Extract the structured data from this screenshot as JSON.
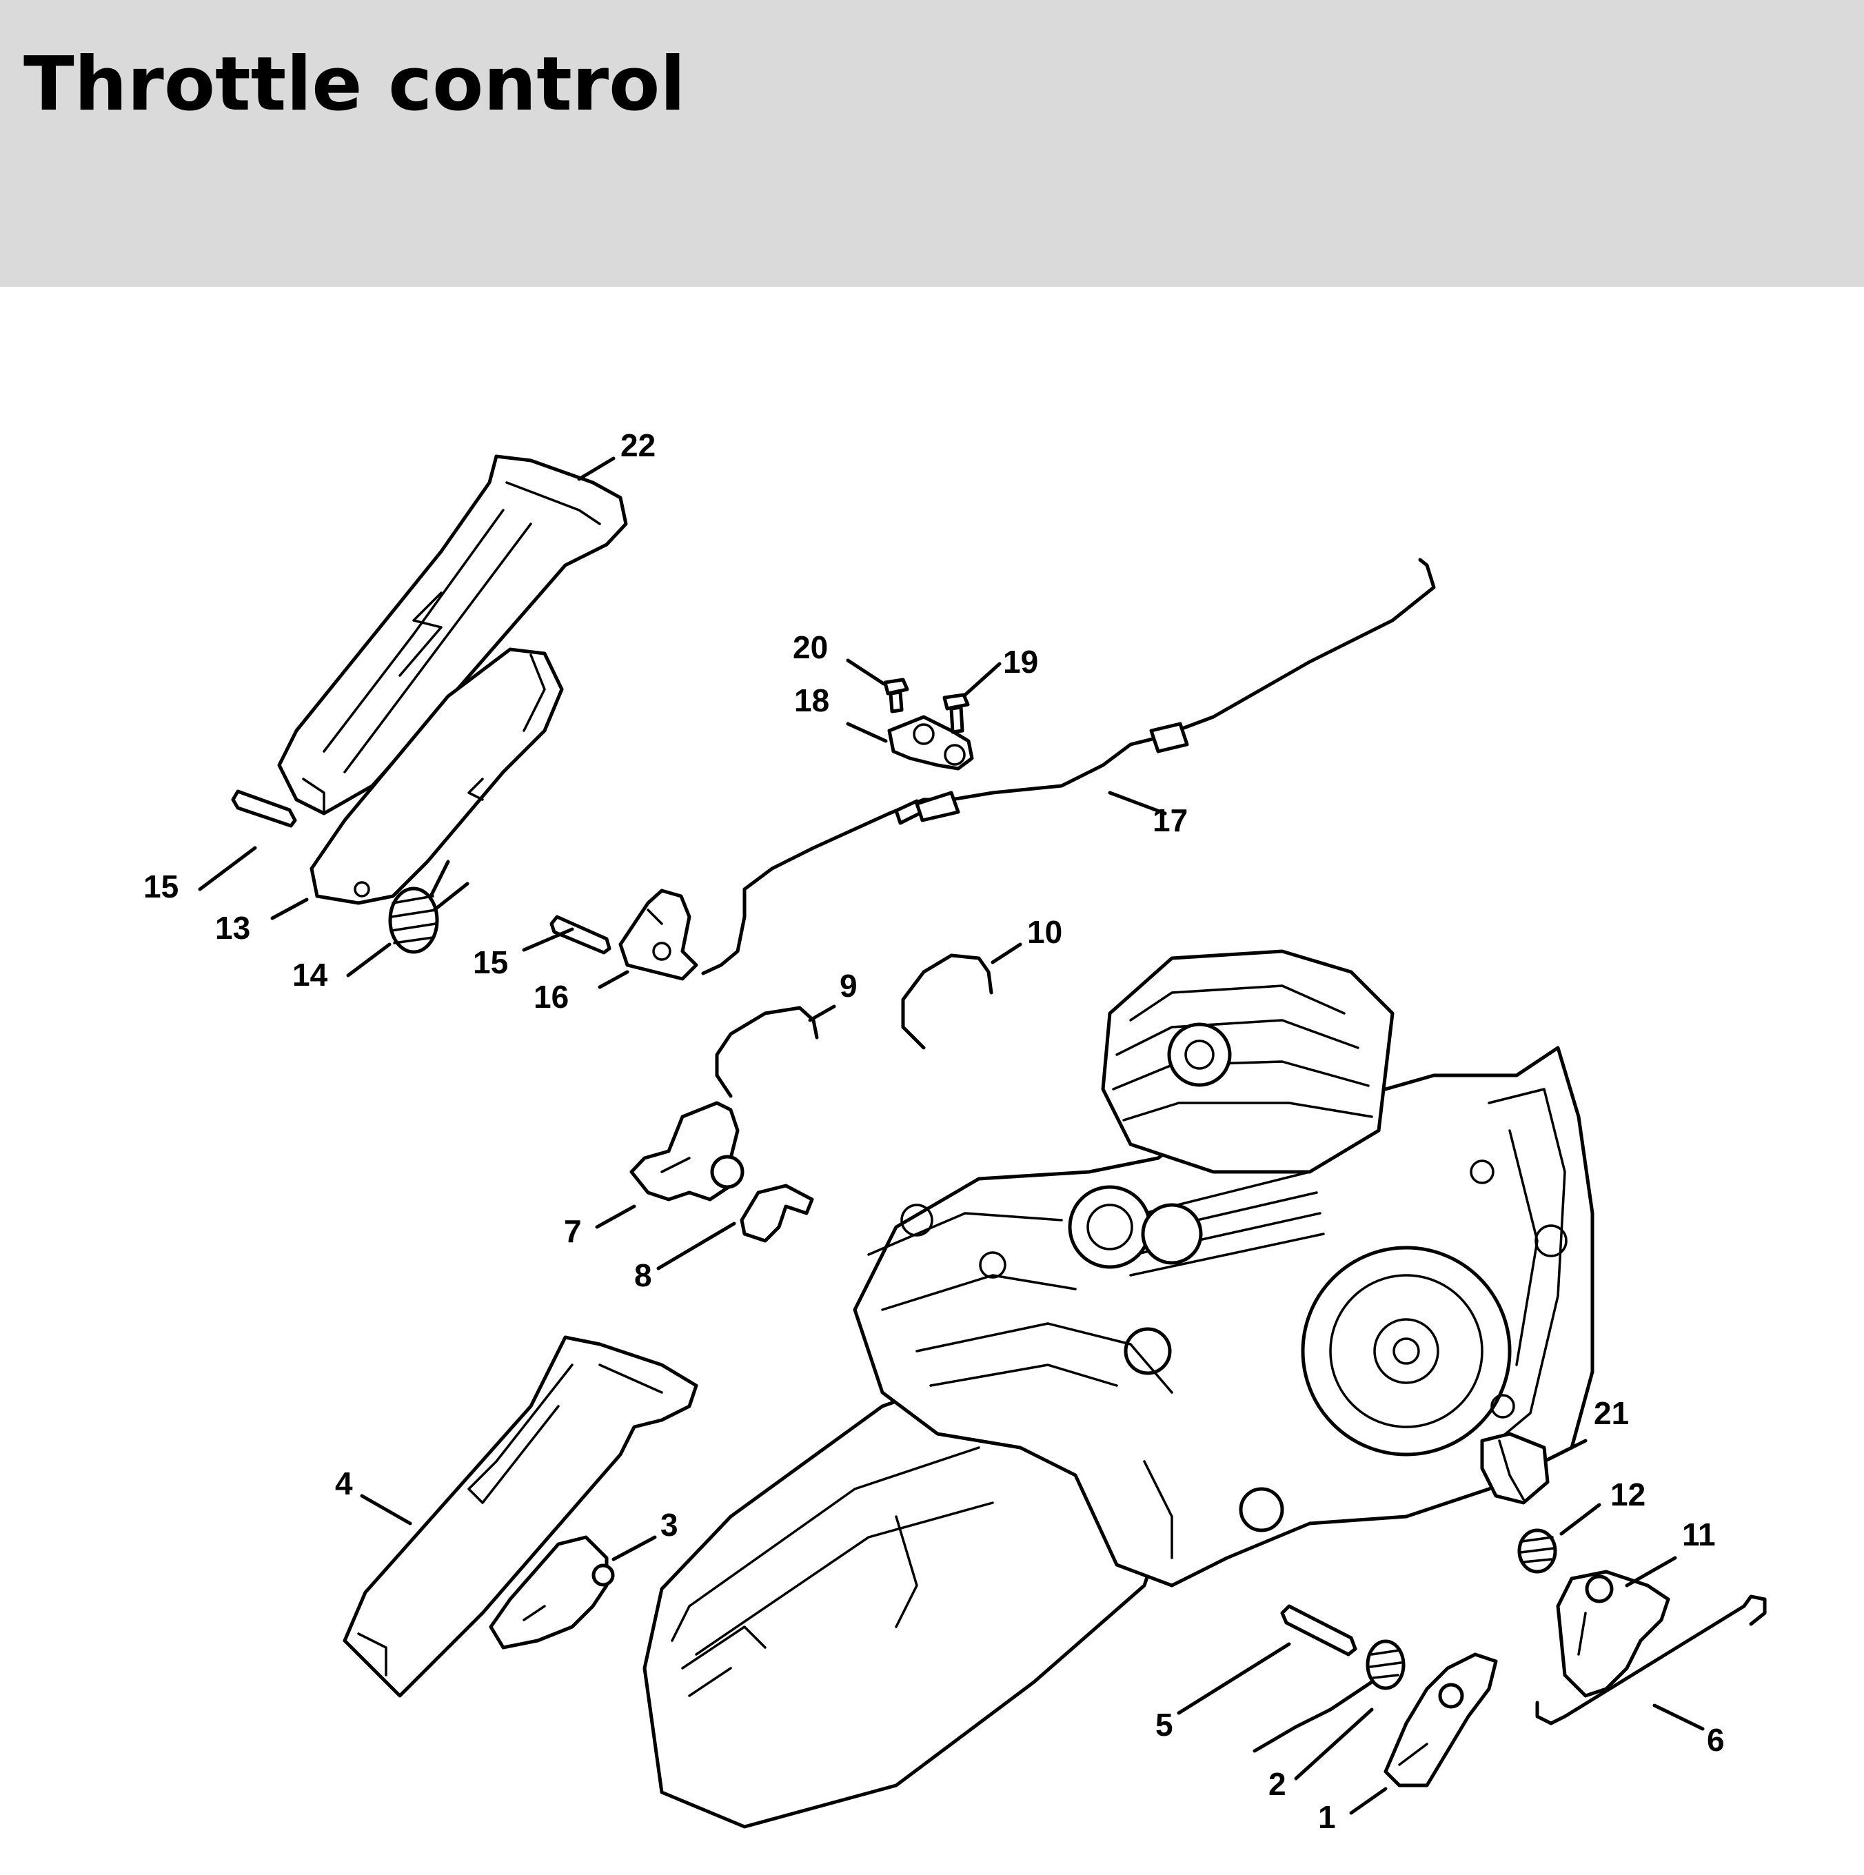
{
  "header": {
    "title": "Throttle control",
    "background": "#d9dad9"
  },
  "callouts": [
    "1",
    "2",
    "3",
    "4",
    "5",
    "6",
    "7",
    "8",
    "9",
    "10",
    "11",
    "12",
    "13",
    "14",
    "15",
    "16",
    "17",
    "18",
    "19",
    "20",
    "21",
    "22"
  ]
}
